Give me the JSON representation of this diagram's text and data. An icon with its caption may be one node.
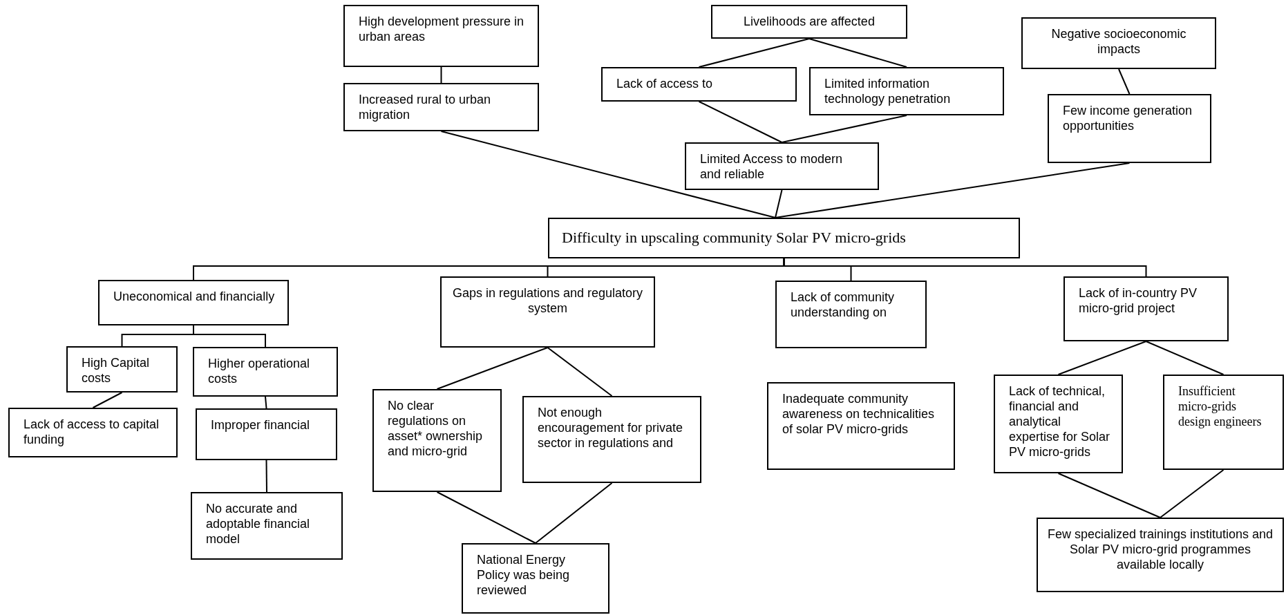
{
  "diagram": {
    "nodes": [
      {
        "text": [
          "High development pressure in urban areas"
        ]
      },
      {
        "text": [
          "Increased rural to urban migration"
        ]
      },
      {
        "text": [
          "Livelihoods are affected"
        ]
      },
      {
        "text": [
          "Lack of access to"
        ]
      },
      {
        "text": [
          "Limited information technology penetration"
        ]
      },
      {
        "text": [
          "Limited Access to modern and reliable"
        ]
      },
      {
        "text": [
          "Negative socioeconomic impacts"
        ]
      },
      {
        "text": [
          "Few income generation opportunities"
        ]
      },
      {
        "text": [
          "Difficulty in upscaling community Solar PV micro-grids"
        ]
      },
      {
        "text": [
          "Uneconomical and financially"
        ]
      },
      {
        "text": [
          "Gaps in regulations and regulatory system"
        ]
      },
      {
        "text": [
          "Lack of community understanding on"
        ]
      },
      {
        "text": [
          "Lack of in-country PV micro-grid project"
        ]
      },
      {
        "text": [
          "High Capital costs"
        ]
      },
      {
        "text": [
          "Higher operational costs"
        ]
      },
      {
        "text": [
          "Lack of access to capital funding"
        ]
      },
      {
        "text": [
          "Improper financial"
        ]
      },
      {
        "text": [
          "No accurate and adoptable financial model"
        ]
      },
      {
        "text": [
          "No clear regulations on asset* ownership and micro-grid"
        ]
      },
      {
        "text": [
          "Not enough encouragement for private sector in regulations and"
        ]
      },
      {
        "text": [
          "National Energy Policy was being reviewed"
        ]
      },
      {
        "text": [
          "Inadequate community awareness on technicalities of solar PV micro-grids"
        ]
      },
      {
        "text": [
          "Lack of technical, financial and analytical expertise for Solar PV micro-grids"
        ]
      },
      {
        "text": [
          "Insufficient micro-grids design engineers"
        ]
      },
      {
        "text": [
          "Few specialized trainings institutions and Solar PV micro-grid programmes available locally"
        ]
      }
    ],
    "edges": [
      {
        "from": 0,
        "to": 1,
        "arrow": "none"
      },
      {
        "from": 1,
        "to": 8,
        "arrow": "none"
      },
      {
        "from": 2,
        "to": 3,
        "arrow": "none"
      },
      {
        "from": 2,
        "to": 4,
        "arrow": "none"
      },
      {
        "from": 3,
        "to": 5,
        "arrow": "none"
      },
      {
        "from": 4,
        "to": 5,
        "arrow": "none"
      },
      {
        "from": 5,
        "to": 8,
        "arrow": "none"
      },
      {
        "from": 6,
        "to": 7,
        "arrow": "none"
      },
      {
        "from": 7,
        "to": 8,
        "arrow": "none"
      },
      {
        "from": 8,
        "to": 9,
        "arrow": "none"
      },
      {
        "from": 8,
        "to": 10,
        "arrow": "none"
      },
      {
        "from": 8,
        "to": 11,
        "arrow": "none"
      },
      {
        "from": 8,
        "to": 12,
        "arrow": "none"
      },
      {
        "from": 9,
        "to": 13,
        "arrow": "none"
      },
      {
        "from": 9,
        "to": 14,
        "arrow": "none"
      },
      {
        "from": 13,
        "to": 15,
        "arrow": "none"
      },
      {
        "from": 14,
        "to": 16,
        "arrow": "none"
      },
      {
        "from": 16,
        "to": 17,
        "arrow": "none"
      },
      {
        "from": 10,
        "to": 18,
        "arrow": "none"
      },
      {
        "from": 10,
        "to": 19,
        "arrow": "none"
      },
      {
        "from": 18,
        "to": 20,
        "arrow": "none"
      },
      {
        "from": 19,
        "to": 20,
        "arrow": "none"
      },
      {
        "from": 12,
        "to": 22,
        "arrow": "none"
      },
      {
        "from": 12,
        "to": 23,
        "arrow": "none"
      },
      {
        "from": 22,
        "to": 24,
        "arrow": "none"
      },
      {
        "from": 23,
        "to": 24,
        "arrow": "none"
      }
    ]
  }
}
